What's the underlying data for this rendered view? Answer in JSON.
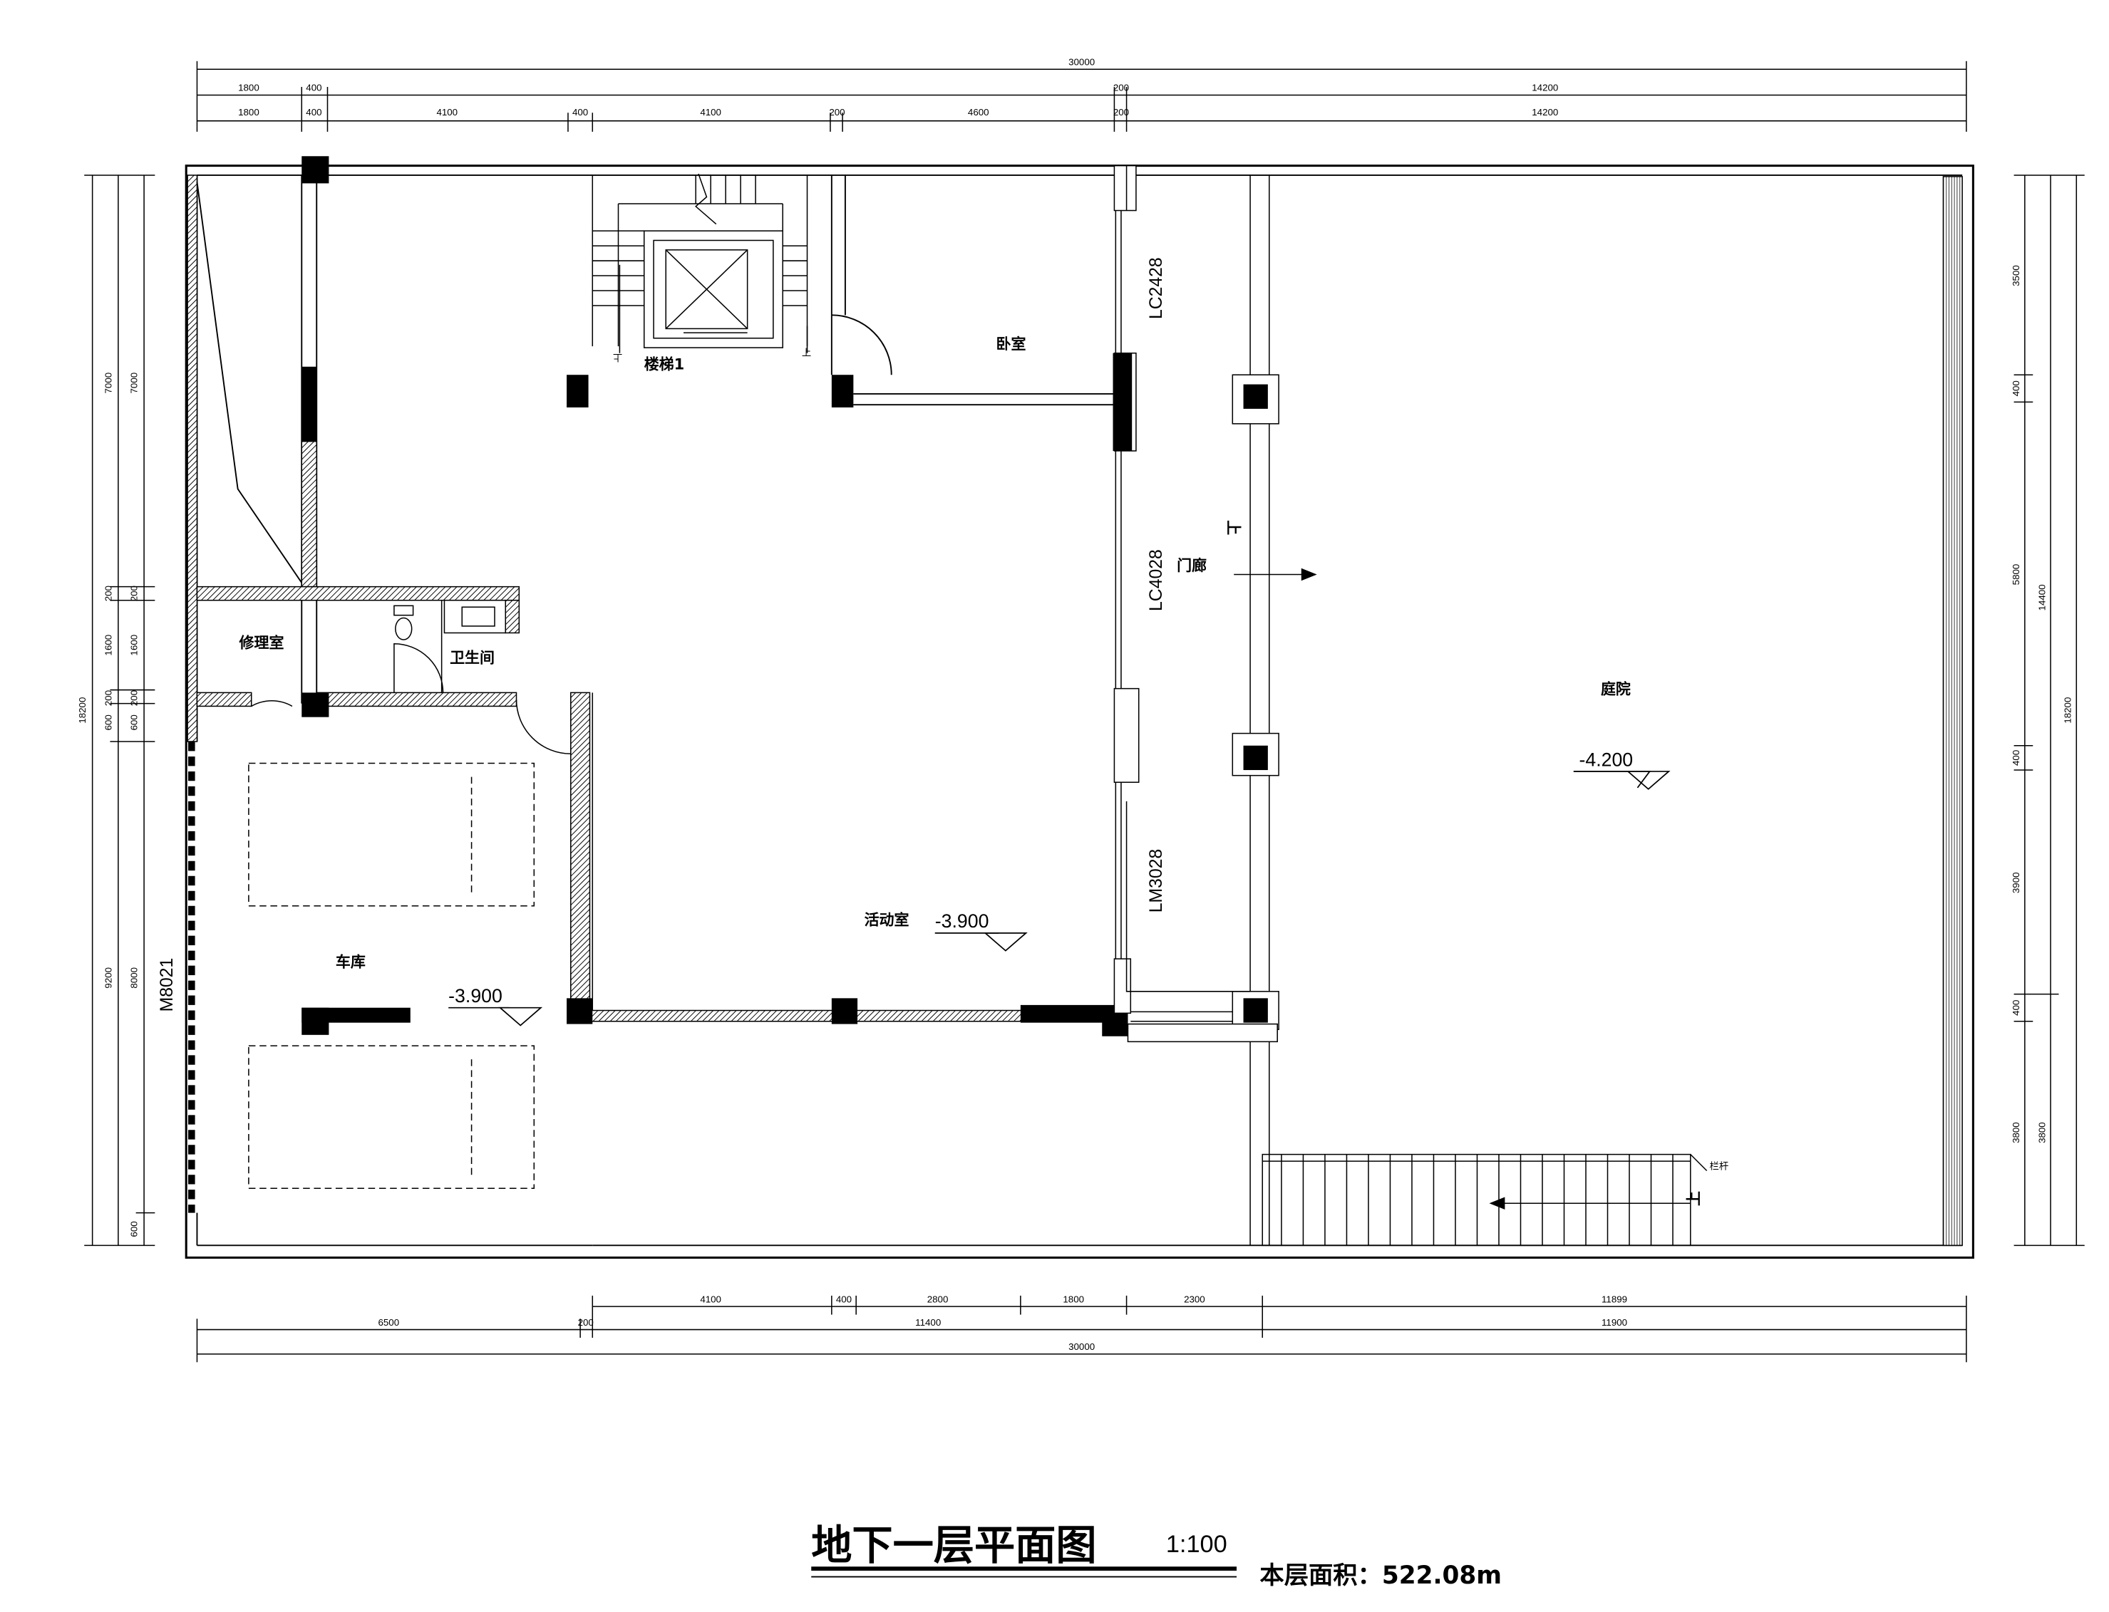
{
  "drawing": {
    "title": "地下一层平面图",
    "scale": "1:100",
    "area_label": "本层面积：522.08m"
  },
  "rooms": {
    "stair": "楼梯1",
    "bedroom": "卧室",
    "repair": "修理室",
    "toilet": "卫生间",
    "porch": "门廊",
    "courtyard": "庭院",
    "activity": "活动室",
    "garage": "车库",
    "railing": "栏杆"
  },
  "codes": {
    "window_1": "LC2428",
    "window_2": "LC4028",
    "door_glass": "LM3028",
    "garage_door": "M8021"
  },
  "levels": {
    "courtyard": "-4.200",
    "activity": "-3.900",
    "garage": "-3.900"
  },
  "markers": {
    "stair_up": "上",
    "porch_up": "上",
    "court_up": "上"
  },
  "dims": {
    "top_total": "30000",
    "top_row1": [
      "1800",
      "400",
      "200",
      "14200"
    ],
    "top_row2": [
      "1800",
      "400",
      "4100",
      "400",
      "4100",
      "200",
      "4600",
      "200",
      "14200"
    ],
    "bottom_row1": [
      "4100",
      "400",
      "2800",
      "1800",
      "2300",
      "11899"
    ],
    "bottom_row2": [
      "6500",
      "200",
      "11400",
      "11900"
    ],
    "bottom_total": "30000",
    "left_outer": [
      "7000",
      "200",
      "1600",
      "200",
      "600",
      "9200"
    ],
    "left_inner": [
      "7000",
      "200",
      "1600",
      "200",
      "600",
      "8000",
      "600"
    ],
    "left_total": "18200",
    "right_inner": [
      "3500",
      "400",
      "5800",
      "400",
      "3900",
      "400",
      "3800"
    ],
    "right_mid": "14400",
    "right_outer": "3800",
    "right_total": "18200"
  }
}
